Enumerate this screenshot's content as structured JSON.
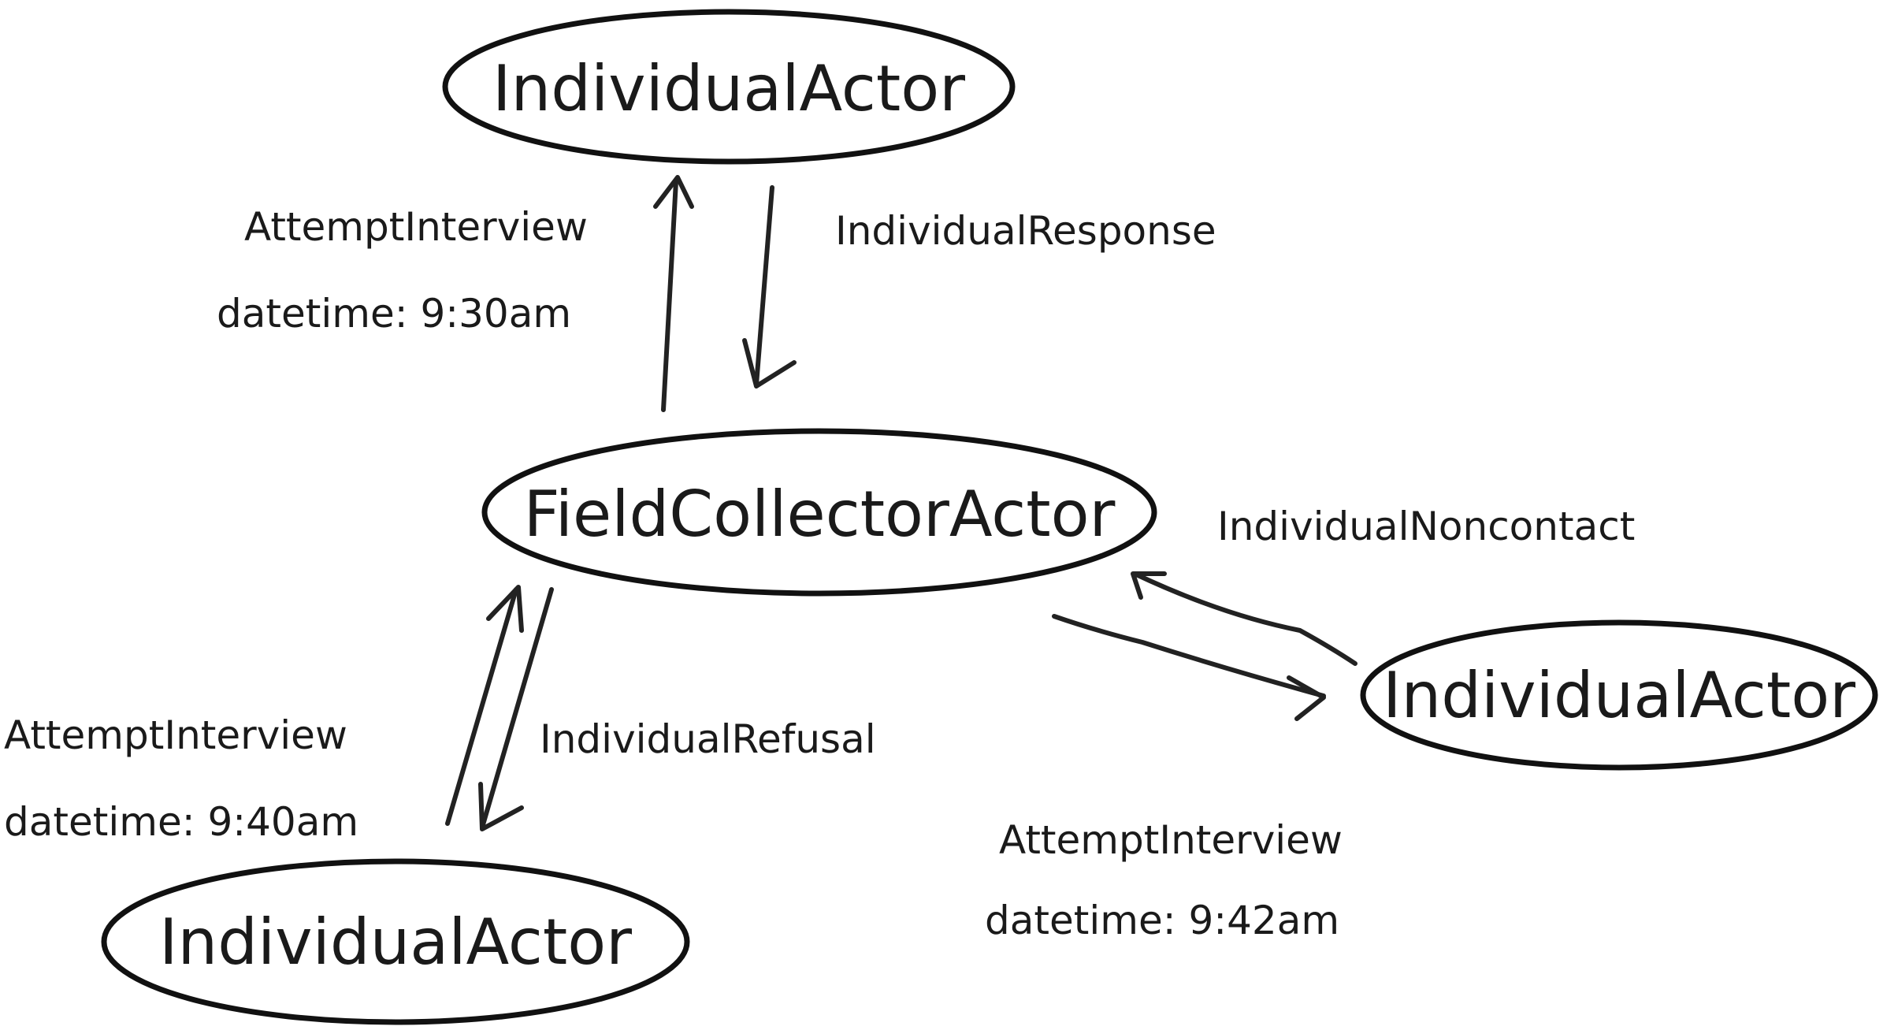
{
  "nodes": {
    "top": {
      "label": "IndividualActor"
    },
    "center": {
      "label": "FieldCollectorActor"
    },
    "right": {
      "label": "IndividualActor"
    },
    "bottom": {
      "label": "IndividualActor"
    }
  },
  "edges": {
    "top_attempt": {
      "label": "AttemptInterview",
      "time": "datetime: 9:30am"
    },
    "top_response": {
      "label": "IndividualResponse"
    },
    "right_noncontact": {
      "label": "IndividualNoncontact"
    },
    "right_attempt": {
      "label": "AttemptInterview",
      "time": "datetime: 9:42am"
    },
    "bottom_attempt": {
      "label": "AttemptInterview",
      "time": "datetime: 9:40am"
    },
    "bottom_refusal": {
      "label": "IndividualRefusal"
    }
  },
  "colors": {
    "ink": "#111111",
    "background": "#ffffff"
  }
}
